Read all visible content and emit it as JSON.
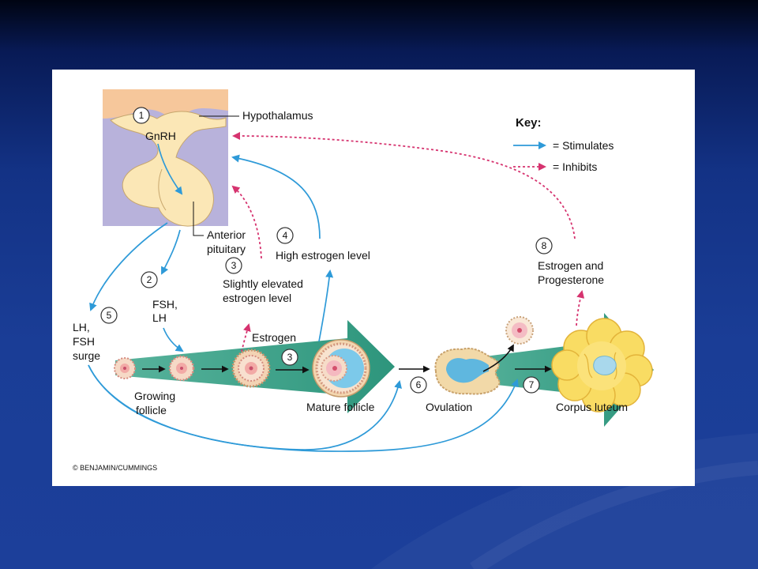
{
  "slide": {
    "background_color": "#1a3d96"
  },
  "diagram": {
    "hypothalamus_label": "Hypothalamus",
    "step1": "1",
    "gnrh": "GnRH",
    "key": {
      "title": "Key:",
      "stimulates": "= Stimulates",
      "inhibits": "= Inhibits",
      "stimulate_color": "#2e9ad8",
      "inhibit_color": "#d6336f"
    },
    "anterior_pituitary": [
      "Anterior",
      "pituitary"
    ],
    "step4": "4",
    "high_estrogen": "High estrogen level",
    "step3_upper": "3",
    "slightly_elevated": [
      "Slightly elevated",
      "estrogen level"
    ],
    "step2": "2",
    "fsh_lh": [
      "FSH,",
      "LH"
    ],
    "step5": "5",
    "surge": [
      "LH,",
      "FSH",
      "surge"
    ],
    "step8": "8",
    "estrogen_progesterone": [
      "Estrogen and",
      "Progesterone"
    ],
    "estrogen": "Estrogen",
    "step3_lower": "3",
    "growing_follicle": [
      "Growing",
      "follicle"
    ],
    "mature_follicle": "Mature follicle",
    "step6": "6",
    "ovulation": "Ovulation",
    "step7": "7",
    "corpus_luteum": "Corpus luteum",
    "credit": "© BENJAMIN/CUMMINGS"
  }
}
